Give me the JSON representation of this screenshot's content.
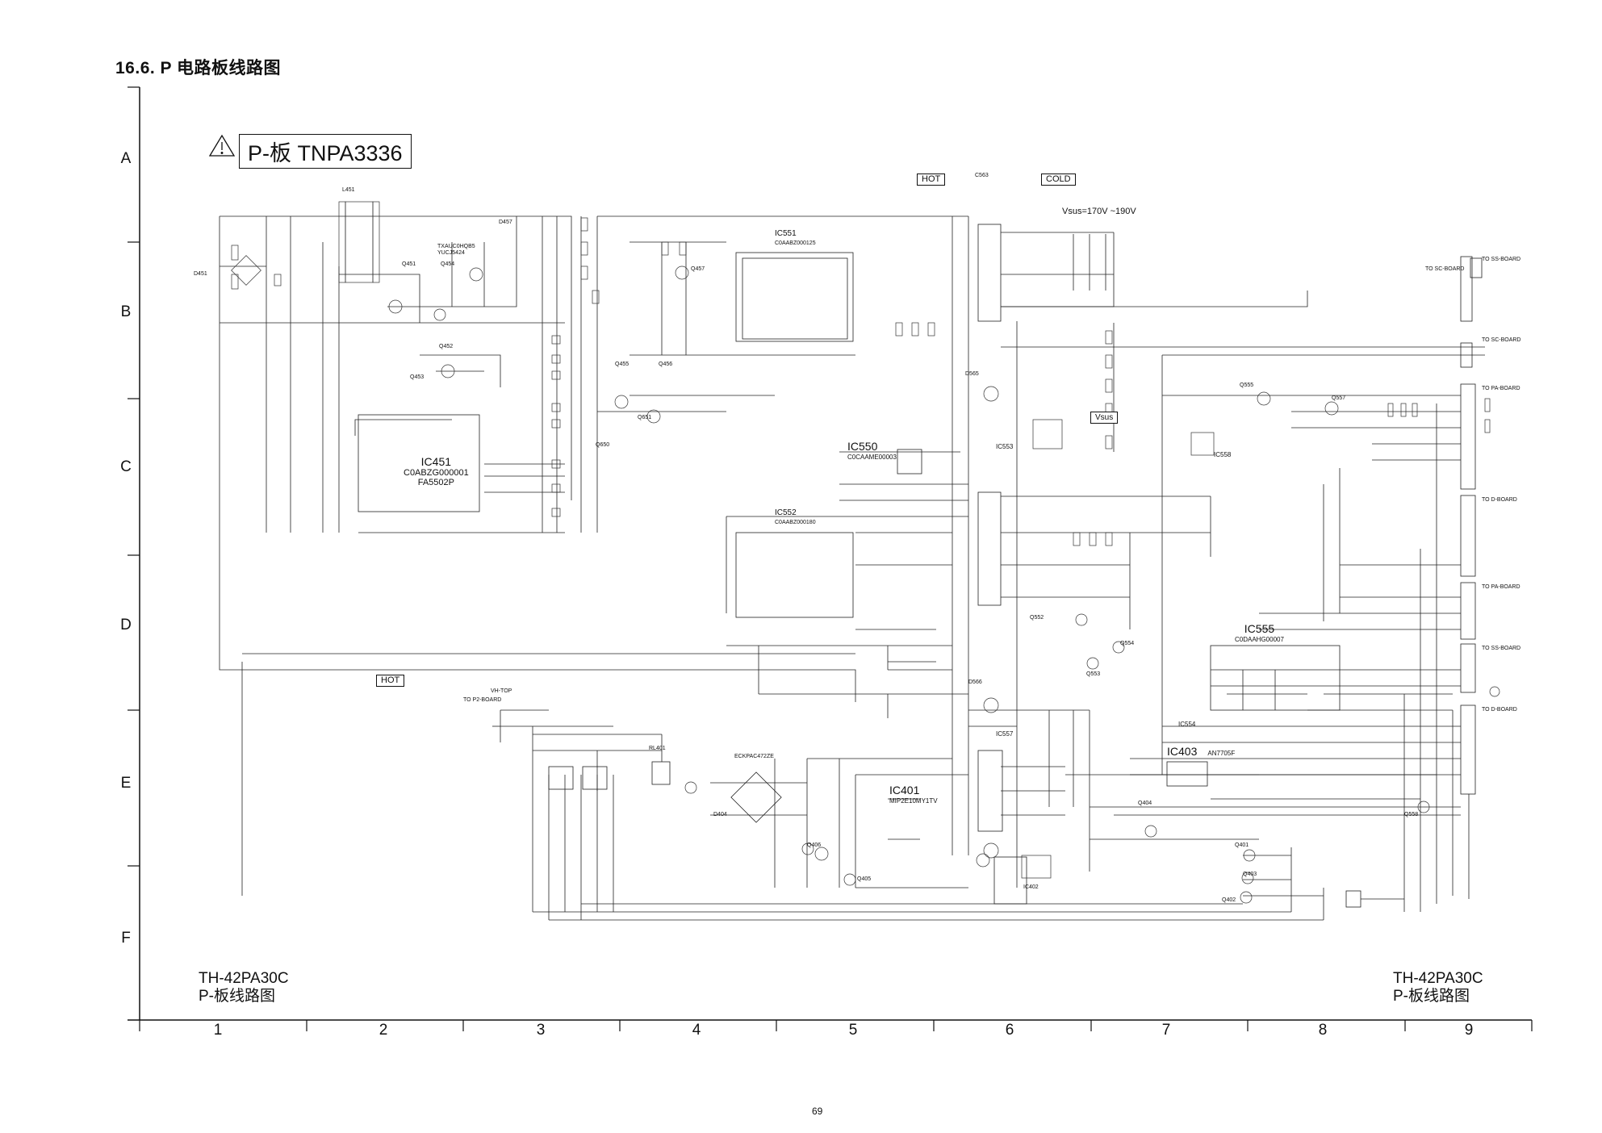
{
  "header": {
    "section_title": "16.6. P 电路板线路图",
    "board_title": "P-板 TNPA3336"
  },
  "grid": {
    "rows": [
      "A",
      "B",
      "C",
      "D",
      "E",
      "F"
    ],
    "columns": [
      "1",
      "2",
      "3",
      "4",
      "5",
      "6",
      "7",
      "8",
      "9"
    ]
  },
  "tags": {
    "hot_top": "HOT",
    "cold_top": "COLD",
    "hot_bottom": "HOT",
    "vsus_range": "Vsus=170V ~190V",
    "vsus_test": "Vsus"
  },
  "components": {
    "ic451": {
      "ref": "IC451",
      "part": "C0ABZG000001",
      "sub": "FA5502P"
    },
    "ic551": {
      "ref": "IC551",
      "part": "C0AABZ000125"
    },
    "ic550": {
      "ref": "IC550",
      "part": "C0CAAME00003"
    },
    "ic552": {
      "ref": "IC552",
      "part": "C0AABZ000180"
    },
    "ic553": {
      "ref": "IC553"
    },
    "ic555": {
      "ref": "IC555",
      "part": "C0DAAHG00007"
    },
    "ic558": {
      "ref": "IC558"
    },
    "ic554": {
      "ref": "IC554"
    },
    "ic557": {
      "ref": "IC557"
    },
    "ic401": {
      "ref": "IC401",
      "part": "MIP2E10MY1TV"
    },
    "ic402": {
      "ref": "IC402"
    },
    "ic403": {
      "ref": "IC403",
      "part": "AN7705F"
    },
    "l451": {
      "ref": "L451"
    },
    "d451": {
      "ref": "D451"
    },
    "d457": {
      "ref": "D457"
    },
    "d565": {
      "ref": "D565"
    },
    "d566": {
      "ref": "D566"
    },
    "d404": {
      "ref": "D404"
    },
    "q451": {
      "ref": "Q451"
    },
    "q452": {
      "ref": "Q452"
    },
    "q453": {
      "ref": "Q453"
    },
    "q454": {
      "ref": "Q454",
      "part": "TXAUC0HQB5",
      "sub": "YUCJ5424"
    },
    "q455": {
      "ref": "Q455"
    },
    "q456": {
      "ref": "Q456"
    },
    "q457": {
      "ref": "Q457"
    },
    "q650": {
      "ref": "Q650"
    },
    "q651": {
      "ref": "Q651"
    },
    "q552": {
      "ref": "Q552"
    },
    "q553": {
      "ref": "Q553"
    },
    "q554": {
      "ref": "Q554"
    },
    "q555": {
      "ref": "Q555"
    },
    "q557": {
      "ref": "Q557"
    },
    "q558": {
      "ref": "Q558"
    },
    "q401": {
      "ref": "Q401"
    },
    "q402": {
      "ref": "Q402"
    },
    "q403": {
      "ref": "Q403"
    },
    "q404": {
      "ref": "Q404"
    },
    "q405": {
      "ref": "Q405"
    },
    "q406": {
      "ref": "Q406"
    },
    "rl401": {
      "ref": "RL401"
    },
    "c563": {
      "ref": "C563"
    },
    "vh_top": {
      "ref": "VH-TOP"
    },
    "eckp": {
      "ref": "ECKPAC472ZE"
    }
  },
  "connectors": {
    "to_ss_board": "TO SS-BOARD",
    "to_sc_board": "TO SC-BOARD",
    "to_pa_board": "TO PA-BOARD",
    "to_d_board": "TO D-BOARD",
    "to_p2_board": "TO P2-BOARD"
  },
  "footer": {
    "model_left_line1": "TH-42PA30C",
    "model_left_line2": "P-板线路图",
    "model_right_line1": "TH-42PA30C",
    "model_right_line2": "P-板线路图",
    "page_number": "69"
  }
}
